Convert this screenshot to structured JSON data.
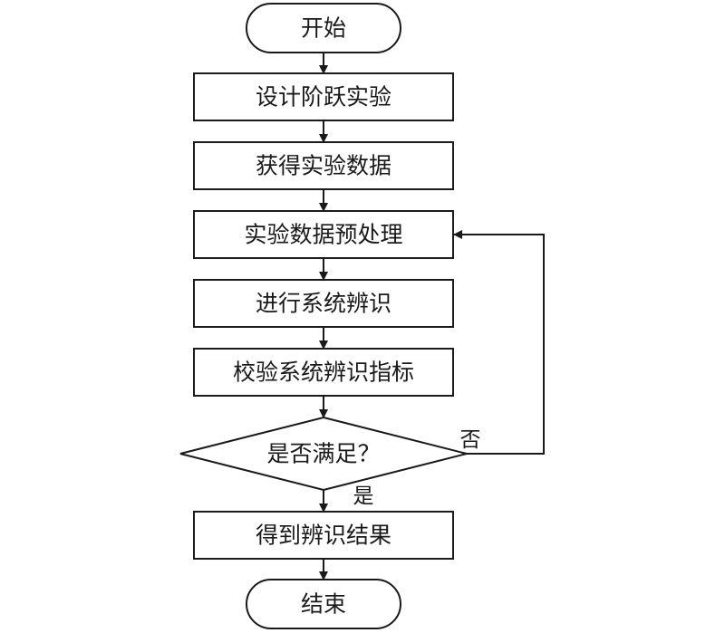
{
  "flowchart": {
    "start": "开始",
    "steps": [
      "设计阶跃实验",
      "获得实验数据",
      "实验数据预处理",
      "进行系统辨识",
      "校验系统辨识指标"
    ],
    "decision": "是否满足？",
    "no_label": "否",
    "yes_label": "是",
    "result": "得到辨识结果",
    "end": "结束"
  }
}
